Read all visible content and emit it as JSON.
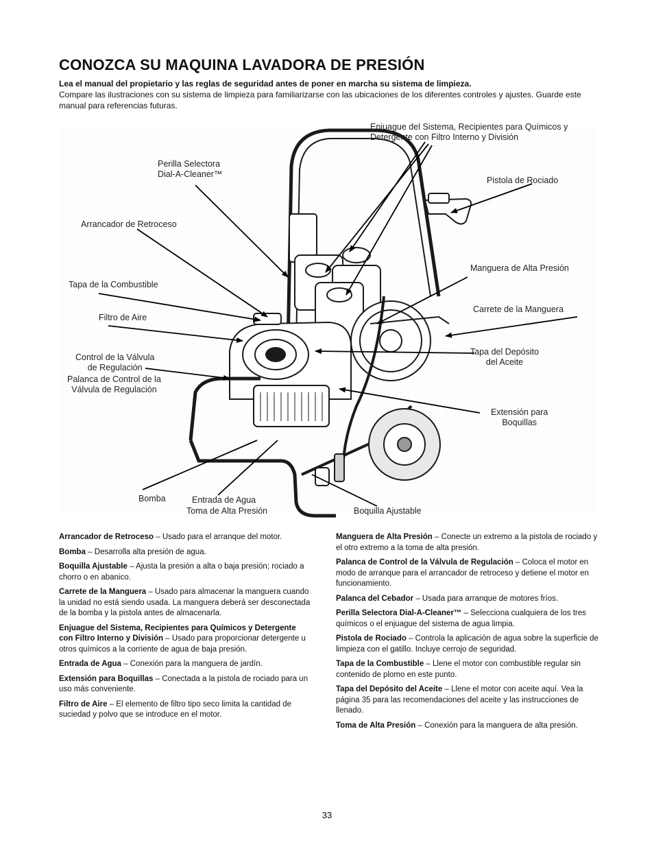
{
  "page": {
    "title": "CONOZCA SU MAQUINA LAVADORA DE PRESIÓN",
    "intro_bold": "Lea el manual del propietario y las reglas de seguridad antes de poner en marcha su sistema de limpieza.",
    "intro_text": "Compare las ilustraciones con su sistema de limpieza para familiarizarse con las ubicaciones de los diferentes controles y ajustes. Guarde este manual para referencias futuras.",
    "page_number": "33"
  },
  "diagram_labels": {
    "enjuague": "Enjuague del Sistema, Recipientes para Químicos y\nDetergente con Filtro Interno y División",
    "perilla": "Perilla Selectora\nDial-A-Cleaner™",
    "pistola": "Pistola de Rociado",
    "arrancador": "Arrancador de Retroceso",
    "manguera_alta": "Manguera de Alta Presión",
    "tapa_combustible": "Tapa de la Combustible",
    "carrete": "Carrete de la Manguera",
    "filtro": "Filtro de Aire",
    "tapa_deposito": "Tapa del Depósito\ndel Aceite",
    "control_valvula": "Control de la Válvula\nde Regulación",
    "palanca": "Palanca de Control de la\nVálvula de Regulación",
    "extension": "Extensión para\nBoquillas",
    "bomba": "Bomba",
    "entrada": "Entrada de Agua",
    "toma": "Toma de Alta Presión",
    "boquilla": "Boquilla Ajustable"
  },
  "descriptions_left": [
    {
      "term": "Arrancador de Retroceso",
      "text": " – Usado para el arranque del motor."
    },
    {
      "term": "Bomba",
      "text": " – Desarrolla alta presión de agua."
    },
    {
      "term": "Boquilla Ajustable",
      "text": " – Ajusta la presión a alta o baja presión; rociado a chorro o en abanico."
    },
    {
      "term": "Carrete de la Manguera",
      "text": " – Usado para almacenar la manguera cuando la unidad no está siendo usada. La manguera deberá ser desconectada de la bomba y la pistola antes de almacenarla."
    },
    {
      "term": "Enjuague del Sistema, Recipientes para Químicos y Detergente con Filtro Interno y División",
      "text": " – Usado para proporcionar detergente u otros químicos a la corriente de agua de baja presión."
    },
    {
      "term": "Entrada de Agua",
      "text": " – Conexión para la manguera de jardín."
    },
    {
      "term": "Extensión para Boquillas",
      "text": " – Conectada a la pistola de rociado para un uso más conveniente."
    },
    {
      "term": "Filtro de Aire",
      "text": " – El elemento de filtro tipo seco limita la cantidad de suciedad y polvo que se introduce en el motor."
    }
  ],
  "descriptions_right": [
    {
      "term": "Manguera de Alta Presión",
      "text": " – Conecte un extremo a la pistola de rociado y el otro extremo a la toma de alta presión."
    },
    {
      "term": "Palanca de Control de la Válvula de Regulación",
      "text": " – Coloca el motor en modo de arranque para el arrancador de retroceso y detiene el motor en funcionamiento."
    },
    {
      "term": "Palanca del Cebador",
      "text": " – Usada para arranque de motores fríos."
    },
    {
      "term": "Perilla Selectora Dial-A-Cleaner™",
      "text": " – Selecciona cualquiera de los tres químicos o el enjuague del sistema de agua limpia."
    },
    {
      "term": "Pistola de Rociado",
      "text": " – Controla la aplicación de agua sobre la superficie de limpieza con el gatillo. Incluye cerrojo de seguridad."
    },
    {
      "term": "Tapa de la Combustible",
      "text": " – Llene el motor con combustible regular sin contenido de plomo en este punto."
    },
    {
      "term": "Tapa del Depósito del Aceite",
      "text": " – Llene el motor con aceite aquí. Vea la página 35 para las recomendaciones del aceite y las instrucciones de llenado."
    },
    {
      "term": "Toma de Alta Presión",
      "text": " – Conexión para la manguera de alta presión."
    }
  ]
}
